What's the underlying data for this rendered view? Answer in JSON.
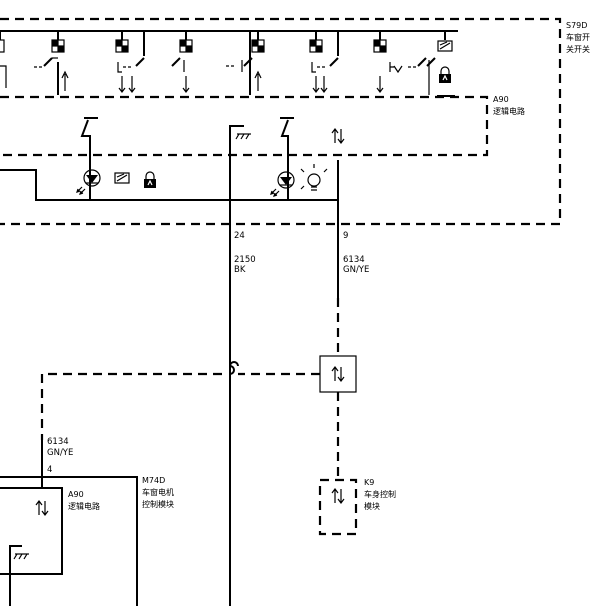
{
  "components": {
    "s79d": {
      "code": "S79D",
      "desc": [
        "车窗开",
        "关开关"
      ]
    },
    "a90_top": {
      "code": "A90",
      "desc": "逻辑电路"
    },
    "m74d": {
      "code": "M74D",
      "desc": [
        "车窗电机",
        "控制模块"
      ]
    },
    "a90_bottom": {
      "code": "A90",
      "desc": "逻辑电路"
    },
    "k9": {
      "code": "K9",
      "desc": [
        "车身控制",
        "模块"
      ]
    }
  },
  "wires": {
    "ground": {
      "pin": "24",
      "circuit": "2150",
      "color": "BK"
    },
    "serial_top": {
      "pin": "9",
      "circuit": "6134",
      "color": "GN/YE"
    },
    "serial_left": {
      "pin": "4",
      "circuit": "6134",
      "color": "GN/YE"
    }
  },
  "icons": {
    "window_switch": "window-switch-icon",
    "lock": "lock-icon",
    "window_glass": "window-glass-icon",
    "lamp": "lamp-icon",
    "data_link": "bidirectional-arrow-icon",
    "ground": "ground-icon"
  },
  "colors": {
    "line": "#000000",
    "background": "#ffffff"
  }
}
